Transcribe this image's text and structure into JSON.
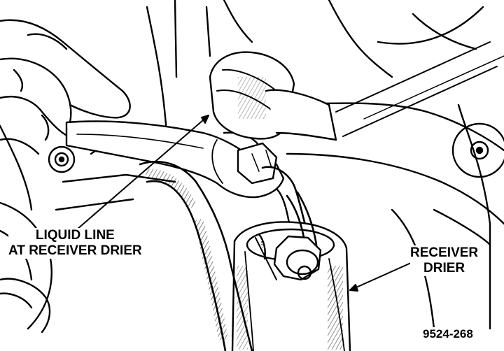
{
  "callouts": {
    "liquid_line": {
      "line1": "LIQUID LINE",
      "line2": "AT RECEIVER DRIER"
    },
    "receiver_drier": {
      "line1": "RECEIVER",
      "line2": "DRIER"
    }
  },
  "figure_number": "9524-268",
  "colors": {
    "ink": "#000000",
    "paper": "#ffffff"
  },
  "icons": [
    "hand",
    "open-end-wrench",
    "hose",
    "receiver-drier-canister",
    "line-fitting-nut",
    "bolt"
  ]
}
